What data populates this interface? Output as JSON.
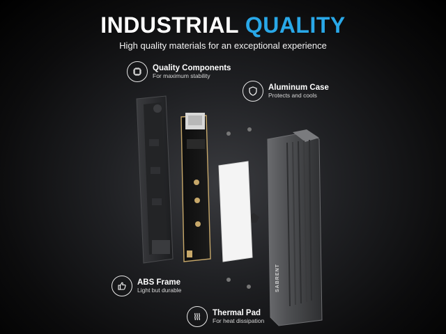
{
  "header": {
    "title_main": "INDUSTRIAL ",
    "title_accent": "QUALITY",
    "subtitle": "High quality materials for an exceptional experience"
  },
  "callouts": {
    "quality": {
      "title": "Quality Components",
      "subtitle": "For maximum stability",
      "icon": "chip-icon"
    },
    "aluminum": {
      "title": "Aluminum Case",
      "subtitle": "Protects and cools",
      "icon": "shield-icon"
    },
    "abs": {
      "title": "ABS Frame",
      "subtitle": "Light but durable",
      "icon": "thumbs-up-icon"
    },
    "thermal": {
      "title": "Thermal Pad",
      "subtitle": "For heat dissipation",
      "icon": "heat-waves-icon"
    }
  },
  "product": {
    "brand_text": "SABRENT"
  },
  "colors": {
    "accent": "#29a8e8",
    "background": "#0c0c0d",
    "pcb_gold": "#c7a86a"
  }
}
